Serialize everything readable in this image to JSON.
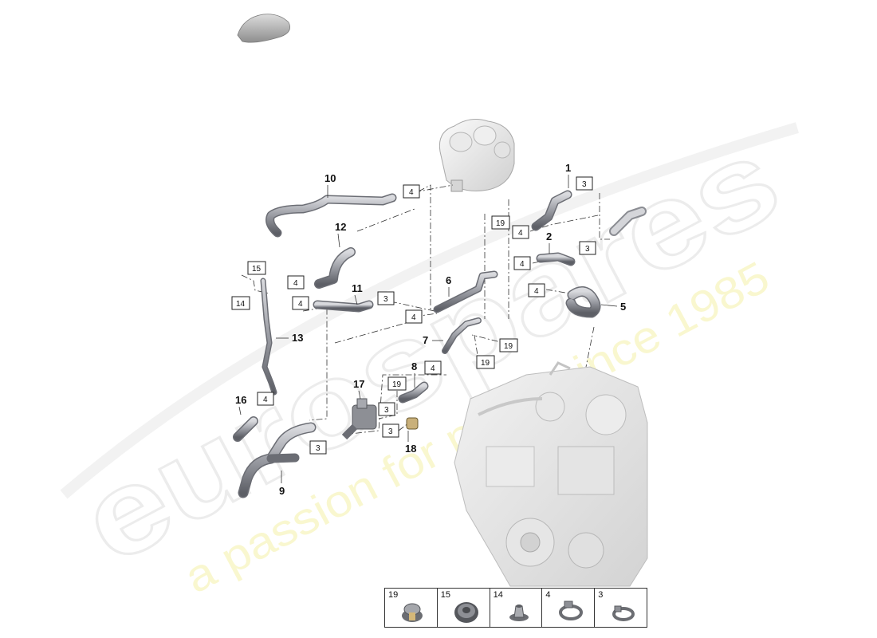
{
  "watermark": {
    "brand": "eurospares",
    "tagline": "a passion for parts since 1985"
  },
  "callouts": [
    "1",
    "2",
    "5",
    "6",
    "7",
    "8",
    "9",
    "10",
    "11",
    "12",
    "13",
    "16",
    "17",
    "18"
  ],
  "boxed_refs": [
    "3",
    "4",
    "14",
    "15",
    "19"
  ],
  "legend": {
    "cells": [
      {
        "number": "19",
        "icon": "grommet-icon"
      },
      {
        "number": "15",
        "icon": "plug-icon"
      },
      {
        "number": "14",
        "icon": "grommet-small-icon"
      },
      {
        "number": "4",
        "icon": "hose-clamp-icon"
      },
      {
        "number": "3",
        "icon": "hose-clamp-small-icon"
      }
    ]
  }
}
